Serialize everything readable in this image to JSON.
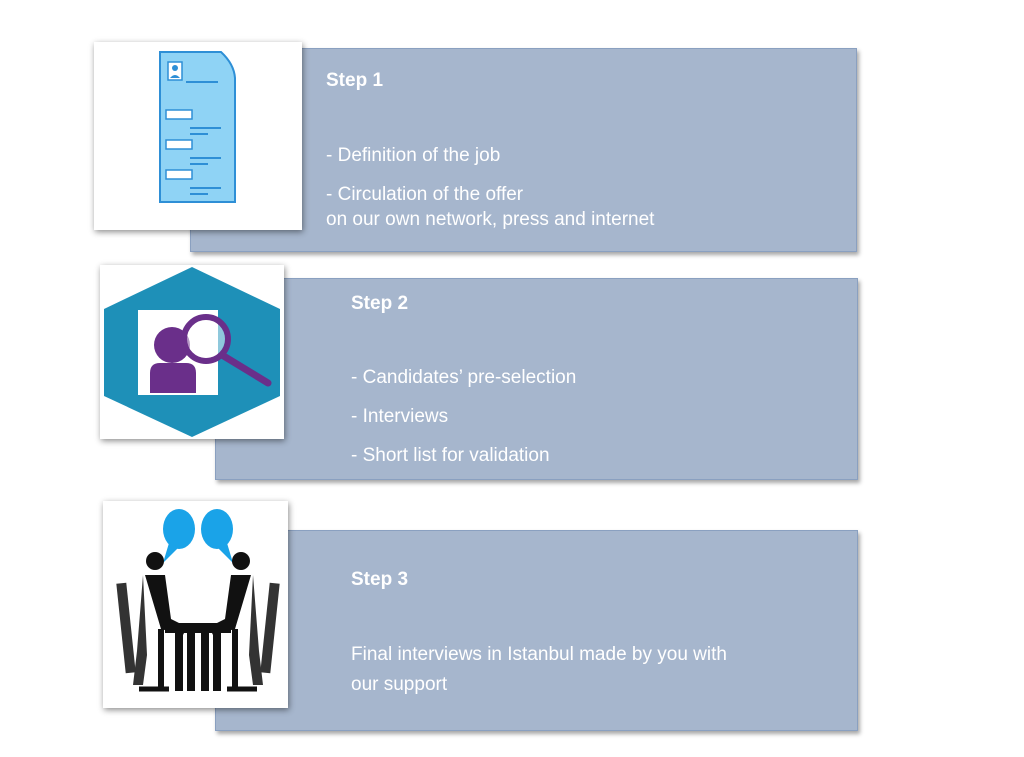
{
  "steps": [
    {
      "title": "Step 1",
      "lines": [
        "- Definition of the job",
        "- Circulation of the offer",
        "on our own network, press and internet"
      ],
      "icon": "resume-document-icon"
    },
    {
      "title": "Step 2",
      "lines": [
        "- Candidates’ pre-selection",
        "- Interviews",
        "- Short list for validation"
      ],
      "icon": "candidate-search-icon"
    },
    {
      "title": "Step 3",
      "lines": [
        "Final interviews in Istanbul made by you with",
        "our support"
      ],
      "icon": "interview-meeting-icon"
    }
  ],
  "colors": {
    "box_fill": "#a6b6cd",
    "box_border": "#8aa0c0",
    "text": "#ffffff",
    "document_blue": "#8fd3f5",
    "hexagon_teal": "#1e90b8",
    "person_purple": "#6a2f8a",
    "bubble_blue": "#1aa3e8"
  }
}
